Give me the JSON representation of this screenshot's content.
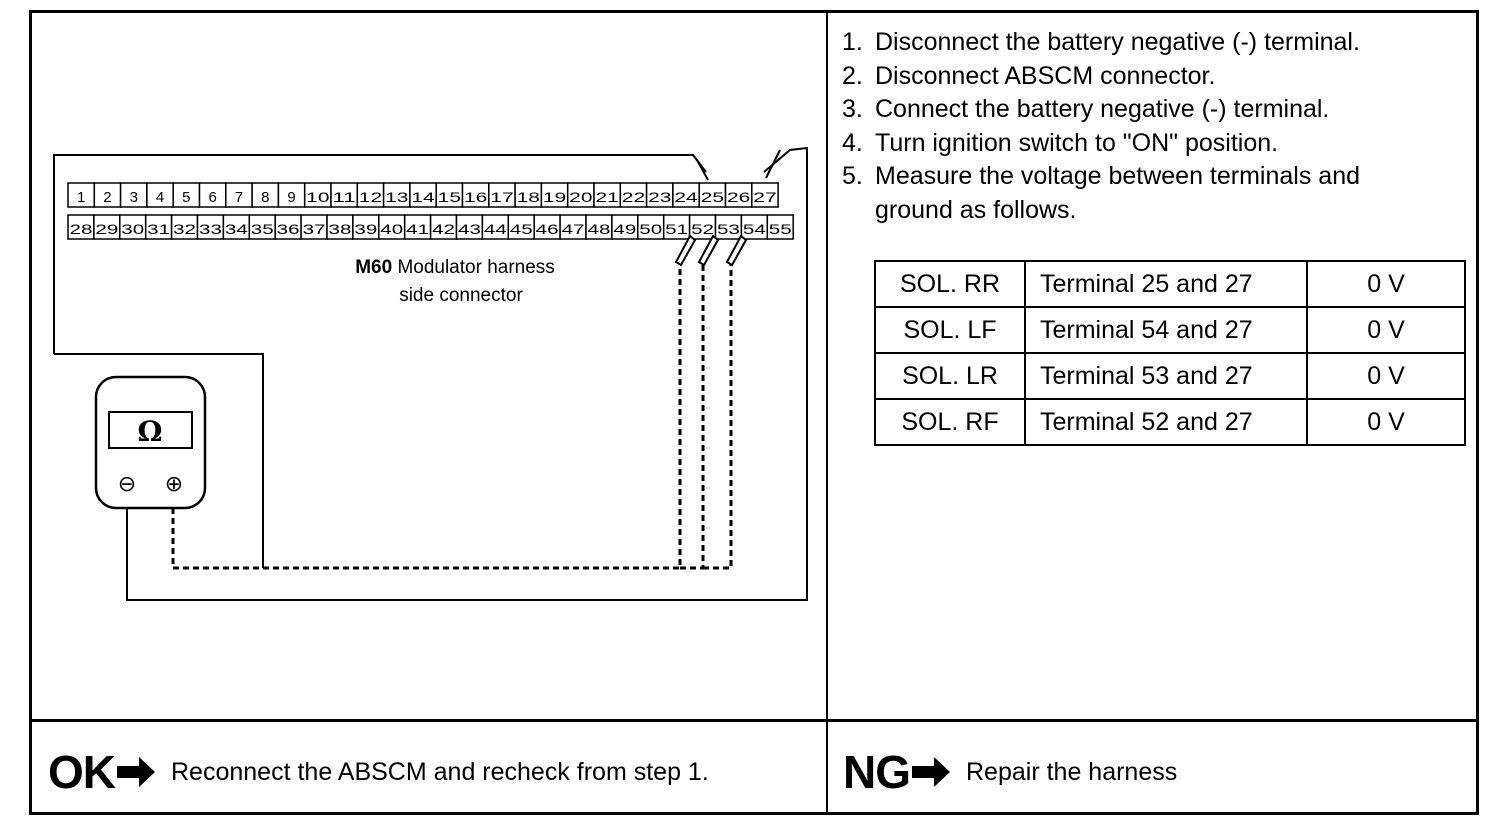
{
  "diagram": {
    "connector_label_code": "M60",
    "connector_label_line1": "Modulator harness",
    "connector_label_line2": "side connector",
    "meter_symbol": "Ω",
    "meter_minus": "⊖",
    "meter_plus": "⊕",
    "pins_top": [
      "1",
      "2",
      "3",
      "4",
      "5",
      "6",
      "7",
      "8",
      "9",
      "10",
      "11",
      "12",
      "13",
      "14",
      "15",
      "16",
      "17",
      "18",
      "19",
      "20",
      "21",
      "22",
      "23",
      "24",
      "25",
      "26",
      "27"
    ],
    "pins_bottom": [
      "28",
      "29",
      "30",
      "31",
      "32",
      "33",
      "34",
      "35",
      "36",
      "37",
      "38",
      "39",
      "40",
      "41",
      "42",
      "43",
      "44",
      "45",
      "46",
      "47",
      "48",
      "49",
      "50",
      "51",
      "52",
      "53",
      "54",
      "55"
    ]
  },
  "steps": [
    {
      "num": "1.",
      "text": "Disconnect the battery negative (-) terminal."
    },
    {
      "num": "2.",
      "text": "Disconnect ABSCM connector."
    },
    {
      "num": "3.",
      "text": "Connect the battery negative (-) terminal."
    },
    {
      "num": "4.",
      "text": "Turn ignition switch to \"ON\" position."
    },
    {
      "num": "5.",
      "text": "Measure the voltage between terminals and"
    },
    {
      "num": "",
      "text": "ground as follows."
    }
  ],
  "measurements": [
    {
      "solenoid": "SOL. RR",
      "terminals": "Terminal 25 and 27",
      "value": "0 V"
    },
    {
      "solenoid": "SOL. LF",
      "terminals": "Terminal 54 and 27",
      "value": "0 V"
    },
    {
      "solenoid": "SOL. LR",
      "terminals": "Terminal 53 and 27",
      "value": "0 V"
    },
    {
      "solenoid": "SOL. RF",
      "terminals": "Terminal 52 and 27",
      "value": "0 V"
    }
  ],
  "ok": {
    "tag": "OK",
    "text": "Reconnect the ABSCM and recheck from step 1."
  },
  "ng": {
    "tag": "NG",
    "text": "Repair the harness"
  }
}
